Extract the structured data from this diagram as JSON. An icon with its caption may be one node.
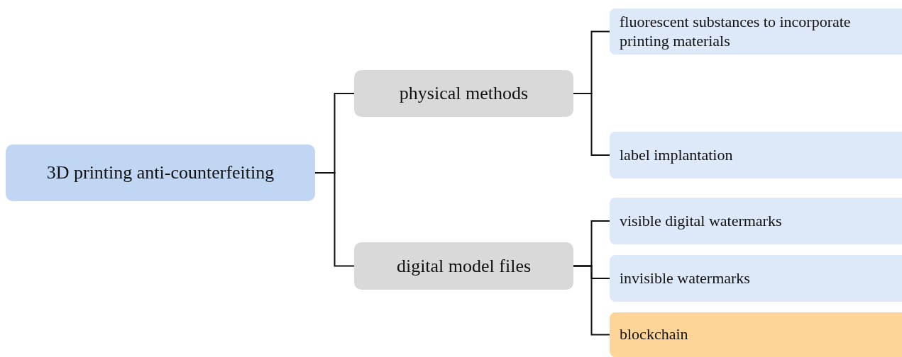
{
  "diagram": {
    "nodes": [
      {
        "text": [
          "3D printing anti-counterfeiting"
        ]
      },
      {
        "text": [
          "physical methods"
        ]
      },
      {
        "text": [
          "digital model files"
        ]
      },
      {
        "text": [
          "fluorescent substances to incorporate printing materials"
        ]
      },
      {
        "text": [
          "label implantation"
        ]
      },
      {
        "text": [
          "visible digital watermarks"
        ]
      },
      {
        "text": [
          "invisible watermarks"
        ]
      },
      {
        "text": [
          "blockchain"
        ]
      }
    ],
    "edges": [
      {
        "from": 0,
        "to": 1,
        "arrow": "none"
      },
      {
        "from": 0,
        "to": 2,
        "arrow": "none"
      },
      {
        "from": 1,
        "to": 3,
        "arrow": "none"
      },
      {
        "from": 1,
        "to": 4,
        "arrow": "none"
      },
      {
        "from": 2,
        "to": 5,
        "arrow": "none"
      },
      {
        "from": 2,
        "to": 6,
        "arrow": "none"
      },
      {
        "from": 2,
        "to": 7,
        "arrow": "none"
      }
    ]
  }
}
